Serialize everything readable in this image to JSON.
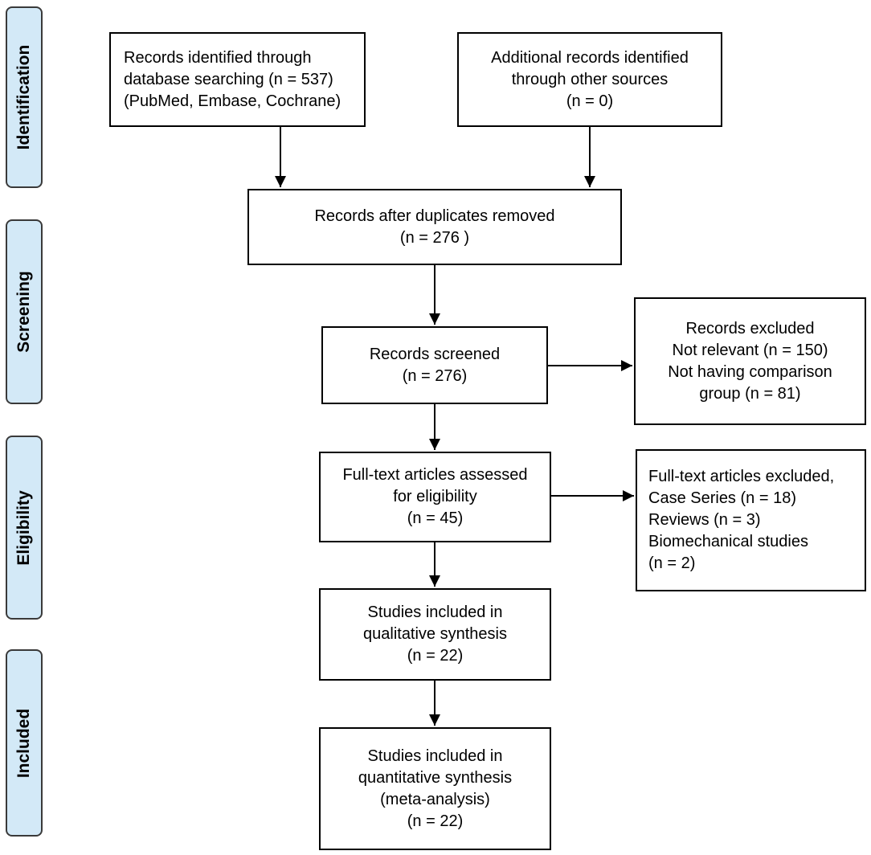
{
  "phases": {
    "identification": "Identification",
    "screening": "Screening",
    "eligibility": "Eligibility",
    "included": "Included"
  },
  "boxes": {
    "database_search": [
      "Records identified through",
      "database searching (n = 537)",
      "(PubMed, Embase, Cochrane)"
    ],
    "other_sources": [
      "Additional records identified",
      "through other sources",
      "(n = 0)"
    ],
    "duplicates_removed": [
      "Records after duplicates removed",
      "(n = 276 )"
    ],
    "screened": [
      "Records screened",
      "(n = 276)"
    ],
    "records_excluded": [
      "Records excluded",
      "Not relevant (n = 150)",
      "Not having comparison",
      "group (n = 81)"
    ],
    "fulltext_assessed": [
      "Full-text articles assessed",
      "for eligibility",
      "(n = 45)"
    ],
    "fulltext_excluded": [
      "Full-text articles excluded,",
      "Case Series (n = 18)",
      "Reviews (n = 3)",
      "Biomechanical studies",
      "(n = 2)"
    ],
    "qualitative": [
      "Studies included in",
      "qualitative synthesis",
      "(n = 22)"
    ],
    "quantitative": [
      "Studies included in",
      "quantitative synthesis",
      "(meta-analysis)",
      "(n = 22)"
    ]
  },
  "colors": {
    "phase_fill": "#d3e9f7",
    "phase_border": "#3a3a3a",
    "box_border": "#000000",
    "arrow": "#000000"
  }
}
